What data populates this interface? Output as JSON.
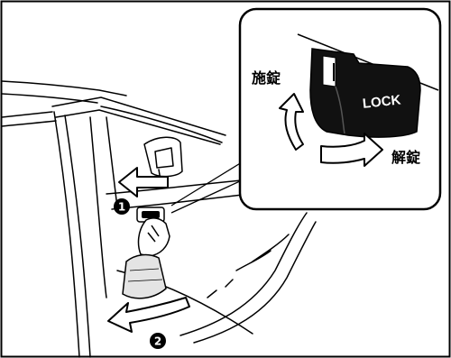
{
  "diagram": {
    "lock_label": "施錠",
    "unlock_label": "解錠",
    "switch_text": "LOCK",
    "steps": [
      {
        "number": "1"
      },
      {
        "number": "2"
      }
    ]
  },
  "colors": {
    "ink": "#000000",
    "paper": "#ffffff",
    "shade": "#d9d9d9"
  }
}
